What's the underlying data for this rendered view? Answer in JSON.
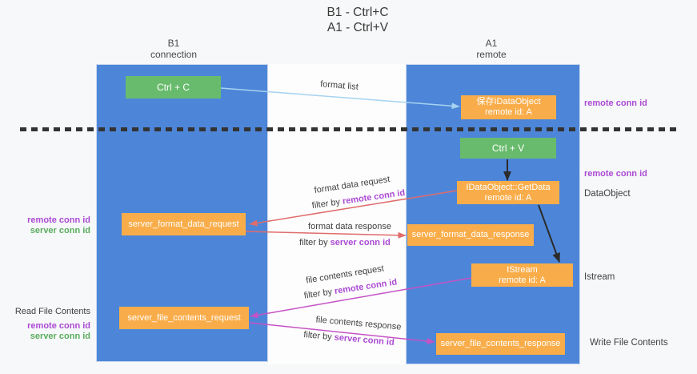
{
  "title": {
    "line1": "B1 - Ctrl+C",
    "line2": "A1 - Ctrl+V"
  },
  "lifelines": {
    "b1": {
      "name": "B1",
      "subtitle": "connection"
    },
    "a1": {
      "name": "A1",
      "subtitle": "remote"
    }
  },
  "boxes": {
    "ctrl_c": "Ctrl + C",
    "ctrl_v": "Ctrl + V",
    "save_dataobject": {
      "line1": "保存IDataObject",
      "line2": "remote id: A"
    },
    "getdata": {
      "line1": "IDataObject::GetData",
      "line2": "remote id: A"
    },
    "istream": {
      "line1": "IStream",
      "line2": "remote id: A"
    },
    "server_format_data_request": "server_format_data_request",
    "server_format_data_response": "server_format_data_response",
    "server_file_contents_request": "server_file_contents_request",
    "server_file_contents_response": "server_file_contents_response"
  },
  "messages": {
    "format_list": "format list",
    "format_data_request": "format data request",
    "format_data_response": "format data response",
    "file_contents_request": "file contents request",
    "file_contents_response": "file contents response",
    "filter_by": "filter by",
    "remote_conn_id": "remote conn id",
    "server_conn_id": "server conn id"
  },
  "side_labels": {
    "right_remote_conn_id_top": "remote conn id",
    "right_remote_conn_id_mid": "remote conn id",
    "dataobject": "DataObject",
    "istream": "Istream",
    "write_file_contents": "Write File Contents",
    "left_remote_conn_id_1": "remote conn id",
    "left_server_conn_id_1": "server conn id",
    "read_file_contents": "Read File Contents",
    "left_remote_conn_id_2": "remote conn id",
    "left_server_conn_id_2": "server conn id"
  },
  "colors": {
    "lane": "#4d86d8",
    "green_box": "#68bb6c",
    "orange_box": "#f9ad4a",
    "arrow_blue": "#a5d3f0",
    "arrow_red": "#e06c6c",
    "arrow_magenta": "#c653c6",
    "arrow_black": "#2b2b2b",
    "label_purple": "#ab4ad4",
    "label_green": "#5aad5e",
    "text_dark": "#3f3f3f"
  }
}
